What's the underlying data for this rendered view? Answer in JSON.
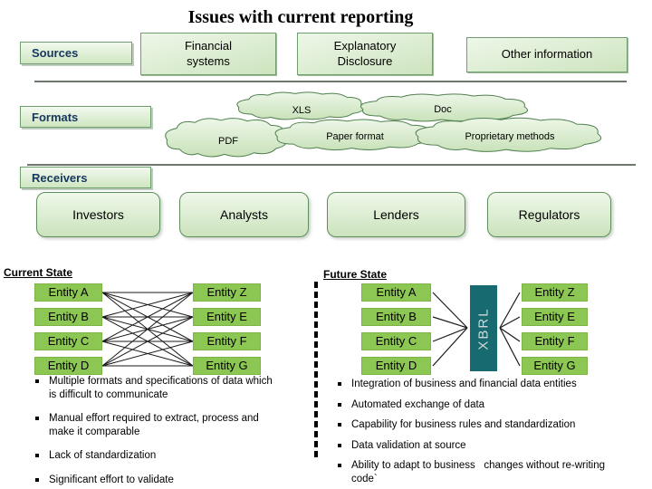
{
  "title": "Issues with current reporting",
  "sources": {
    "label": "Sources",
    "boxes": [
      {
        "label": "Financial\nsystems"
      },
      {
        "label": "Explanatory\nDisclosure"
      },
      {
        "label": "Other information"
      }
    ]
  },
  "formats": {
    "label": "Formats",
    "clouds": [
      {
        "label": "XLS"
      },
      {
        "label": "Doc"
      },
      {
        "label": "PDF"
      },
      {
        "label": "Paper format"
      },
      {
        "label": "Proprietary methods"
      }
    ]
  },
  "receivers": {
    "label": "Receivers",
    "boxes": [
      {
        "label": "Investors"
      },
      {
        "label": "Analysts"
      },
      {
        "label": "Lenders"
      },
      {
        "label": "Regulators"
      }
    ]
  },
  "current_state": {
    "label": "Current State",
    "left_entities": [
      {
        "label": "Entity A"
      },
      {
        "label": "Entity B"
      },
      {
        "label": "Entity C"
      },
      {
        "label": "Entity D"
      }
    ],
    "right_entities": [
      {
        "label": "Entity Z"
      },
      {
        "label": "Entity E"
      },
      {
        "label": "Entity F"
      },
      {
        "label": "Entity G"
      }
    ],
    "bullets": [
      "Multiple formats and specifications of data which is difficult to communicate",
      "Manual effort required to extract, process and make it comparable",
      "Lack of standardization",
      "Significant effort to validate"
    ]
  },
  "future_state": {
    "label": "Future State",
    "hub_label": "XBRL",
    "left_entities": [
      {
        "label": "Entity A"
      },
      {
        "label": "Entity B"
      },
      {
        "label": "Entity C"
      },
      {
        "label": "Entity D"
      }
    ],
    "right_entities": [
      {
        "label": "Entity Z"
      },
      {
        "label": "Entity E"
      },
      {
        "label": "Entity F"
      },
      {
        "label": "Entity G"
      }
    ],
    "bullets": [
      "Integration of business and financial data entities",
      "Automated exchange of data",
      "Capability for business rules and standardization",
      "Data validation at source",
      "Ability to adapt to business   changes without re-writing code`"
    ]
  },
  "colors": {
    "cloud_fill": "#DCEDD4",
    "green_border": "#5E8E5E",
    "entity_green": "#8DC753",
    "hub_teal": "#176A6F",
    "label_navy": "#17375E"
  }
}
